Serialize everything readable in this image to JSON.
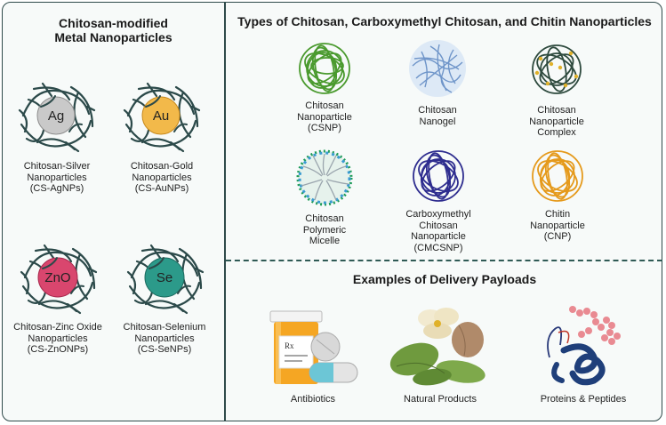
{
  "left_panel": {
    "title_line1": "Chitosan-modified",
    "title_line2": "Metal Nanoparticles",
    "particles": [
      {
        "symbol": "Ag",
        "caption": [
          "Chitosan-Silver",
          "Nanoparticles",
          "(CS-AgNPs)"
        ],
        "color": "#c9c9c9"
      },
      {
        "symbol": "Au",
        "caption": [
          "Chitosan-Gold",
          "Nanoparticles",
          "(CS-AuNPs)"
        ],
        "color": "#f2b94a"
      },
      {
        "symbol": "ZnO",
        "caption": [
          "Chitosan-Zinc Oxide",
          "Nanoparticles",
          "(CS-ZnONPs)"
        ],
        "color": "#d9466e"
      },
      {
        "symbol": "Se",
        "caption": [
          "Chitosan-Selenium",
          "Nanoparticles",
          "(CS-SeNPs)"
        ],
        "color": "#2c9a8a"
      }
    ]
  },
  "types_panel": {
    "title": "Types of Chitosan, Carboxymethyl Chitosan, and Chitin Nanoparticles",
    "items": [
      {
        "caption": [
          "Chitosan",
          "Nanoparticle",
          "(CSNP)"
        ],
        "color": "#4a9a2e"
      },
      {
        "caption": [
          "Chitosan",
          "Nanogel"
        ],
        "color": "#6f95c9"
      },
      {
        "caption": [
          "Chitosan",
          "Nanoparticle",
          "Complex"
        ],
        "color": "#3f6b55"
      },
      {
        "caption": [
          "Chitosan",
          "Polymeric",
          "Micelle"
        ],
        "color": "#3a9bd1"
      },
      {
        "caption": [
          "Carboxymethyl",
          "Chitosan",
          "Nanoparticle",
          "(CMCSNP)"
        ],
        "color": "#2e2d8f"
      },
      {
        "caption": [
          "Chitin",
          "Nanoparticle",
          "(CNP)"
        ],
        "color": "#e59a1c"
      }
    ]
  },
  "payload_panel": {
    "title": "Examples of Delivery Payloads",
    "items": [
      {
        "label": "Antibiotics",
        "icon": "pill-bottle-icon"
      },
      {
        "label": "Natural Products",
        "icon": "plant-icon"
      },
      {
        "label": "Proteins & Peptides",
        "icon": "protein-icon"
      }
    ]
  },
  "colors": {
    "border": "#2f4a4a",
    "polymer": "#2c4a4a"
  }
}
